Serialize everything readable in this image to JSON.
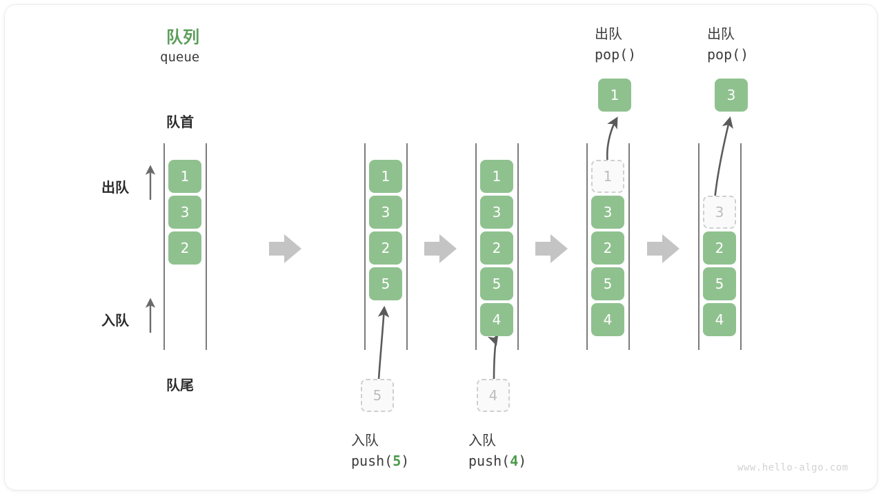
{
  "title": {
    "cn": "队列",
    "en": "queue"
  },
  "endpoints": {
    "front": "队首",
    "rear": "队尾"
  },
  "side_labels": {
    "dequeue": "出队",
    "enqueue": "入队"
  },
  "watermark": "www.hello-algo.com",
  "colors": {
    "cell_fill": "#8fc18f",
    "cell_text": "#ffffff",
    "ghost_fill": "#fafafa",
    "ghost_border": "#cfcfcf",
    "ghost_text": "#bdbdbd",
    "accent_green": "#5c9e5c",
    "rail": "#5a5a5a",
    "arrow_gray": "#c4c4c4",
    "curve_arrow": "#5a5a5a",
    "text": "#3c3c3c"
  },
  "steps": [
    {
      "id": "step-1-initial",
      "cells": [
        "1",
        "3",
        "2"
      ],
      "ghost_top": null,
      "empty_top_slots": 0,
      "push": null,
      "pop": null
    },
    {
      "id": "step-2-push-5",
      "cells": [
        "1",
        "3",
        "2",
        "5"
      ],
      "ghost_top": null,
      "empty_top_slots": 0,
      "push": {
        "cn": "入队",
        "code_prefix": "push(",
        "code_value": "5",
        "code_suffix": ")",
        "ghost_value": "5"
      },
      "pop": null
    },
    {
      "id": "step-3-push-4",
      "cells": [
        "1",
        "3",
        "2",
        "5",
        "4"
      ],
      "ghost_top": null,
      "empty_top_slots": 0,
      "push": {
        "cn": "入队",
        "code_prefix": "push(",
        "code_value": "4",
        "code_suffix": ")",
        "ghost_value": "4"
      },
      "pop": null
    },
    {
      "id": "step-4-pop-1",
      "cells": [
        "3",
        "2",
        "5",
        "4"
      ],
      "ghost_top": "1",
      "empty_top_slots": 0,
      "push": null,
      "pop": {
        "cn": "出队",
        "code": "pop()",
        "value": "1"
      }
    },
    {
      "id": "step-5-pop-3",
      "cells": [
        "2",
        "5",
        "4"
      ],
      "ghost_top": "3",
      "empty_top_slots": 1,
      "push": null,
      "pop": {
        "cn": "出队",
        "code": "pop()",
        "value": "3"
      }
    }
  ]
}
